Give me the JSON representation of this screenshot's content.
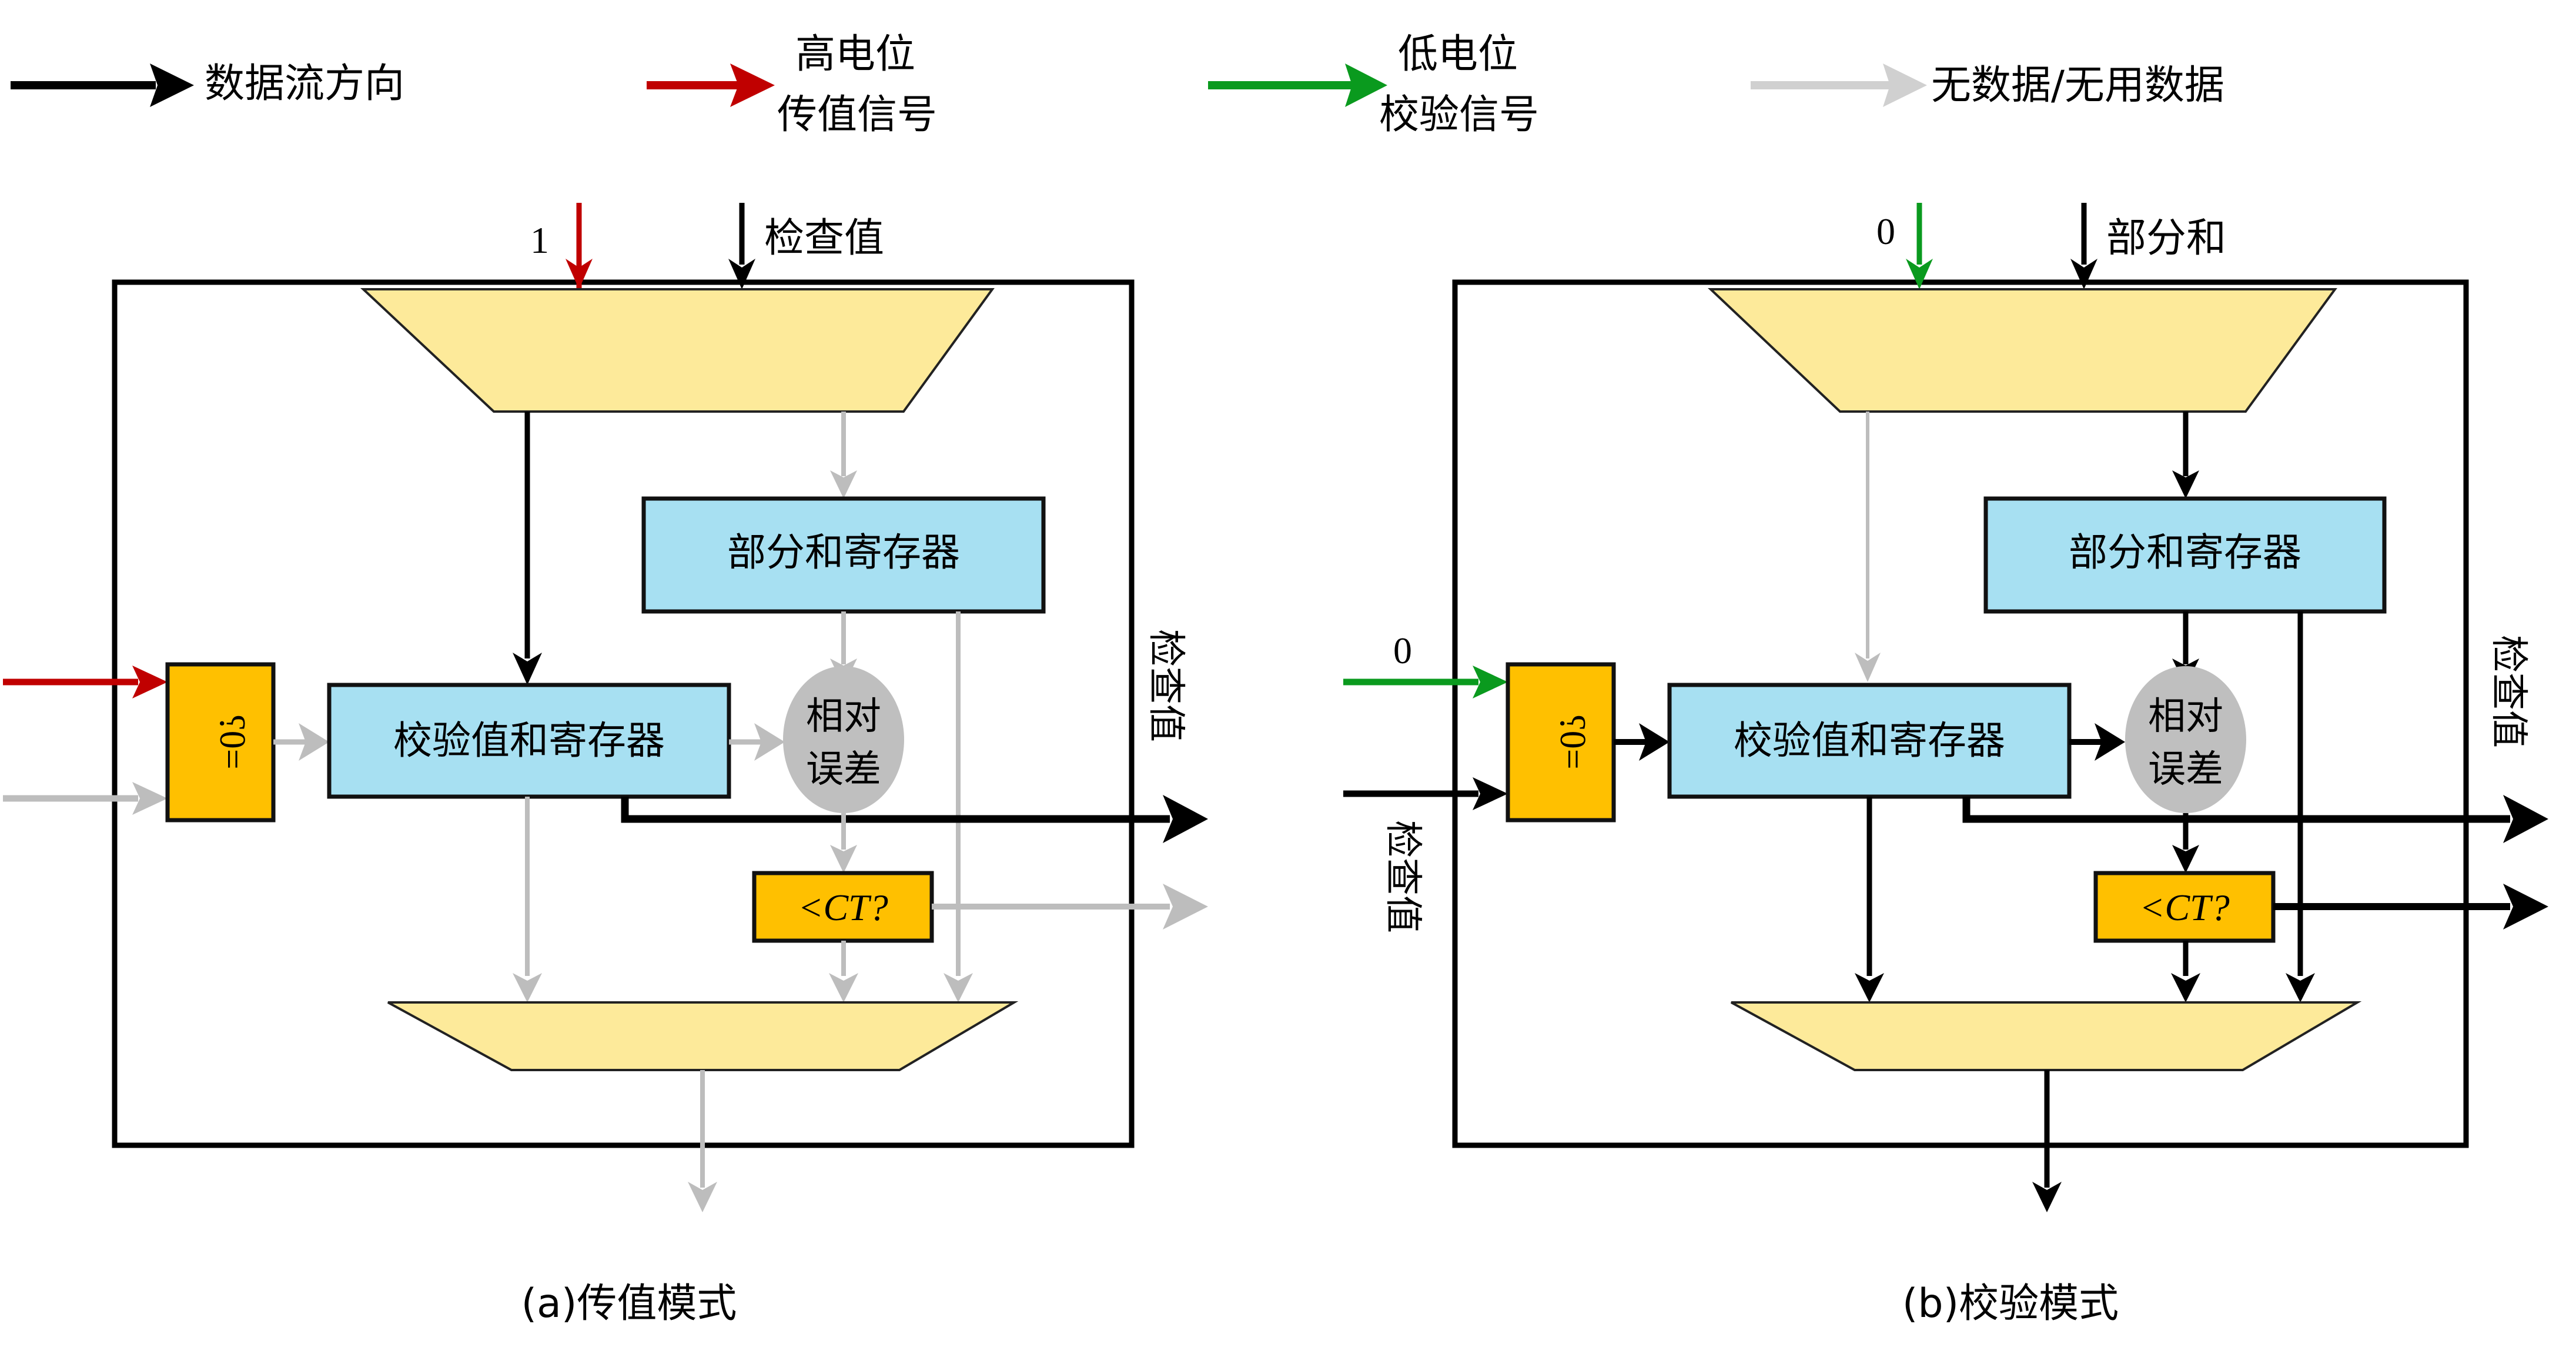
{
  "colors": {
    "data_flow": "#000000",
    "high_level": "#c00000",
    "low_level": "#0a9a1e",
    "no_data": "#bdbdbd",
    "mux_fill": "#fdea9a",
    "register_fill": "#a7e0f2",
    "compare_fill": "#ffc000",
    "error_fill": "#bfbfbf",
    "frame": "#000000"
  },
  "legend": [
    {
      "id": "data-flow",
      "label": "数据流方向",
      "color_key": "data_flow"
    },
    {
      "id": "high-level",
      "label_line1": "高电位",
      "label_line2": "传值信号",
      "color_key": "high_level"
    },
    {
      "id": "low-level",
      "label_line1": "低电位",
      "label_line2": "校验信号",
      "color_key": "low_level"
    },
    {
      "id": "no-data",
      "label": "无数据/无用数据",
      "color_key": "no_data"
    }
  ],
  "panels": [
    {
      "id": "a",
      "caption": "(a)传值模式",
      "top_signal_value": "1",
      "top_input_label": "检查值",
      "left_signal_value": "",
      "left_input_label": "",
      "right_output_label": "检查值",
      "partial_sum_register": "部分和寄存器",
      "checksum_register": "校验值和寄存器",
      "relative_error_line1": "相对",
      "relative_error_line2": "误差",
      "zero_check": "=0?",
      "threshold_check": "<CT?"
    },
    {
      "id": "b",
      "caption": "(b)校验模式",
      "top_signal_value": "0",
      "top_input_label": "部分和",
      "left_signal_value": "0",
      "left_input_label": "检查值",
      "right_output_label": "检查值",
      "partial_sum_register": "部分和寄存器",
      "checksum_register": "校验值和寄存器",
      "relative_error_line1": "相对",
      "relative_error_line2": "误差",
      "zero_check": "=0?",
      "threshold_check": "<CT?"
    }
  ]
}
